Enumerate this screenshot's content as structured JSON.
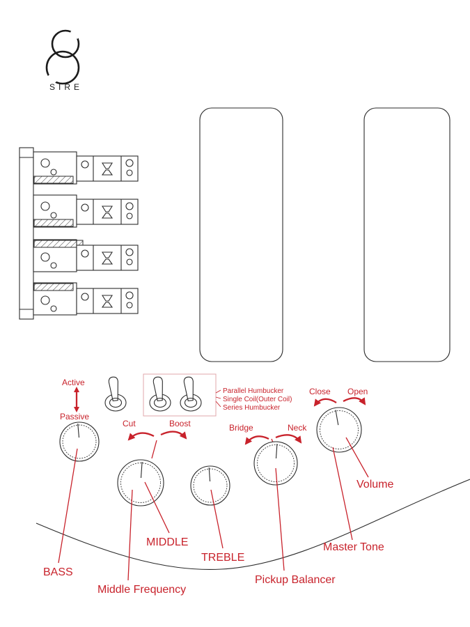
{
  "brand": {
    "logo_text": "SIRE"
  },
  "controls": {
    "preamp_toggle": {
      "up_label": "Active",
      "down_label": "Passive"
    },
    "coil_switches": {
      "options": [
        "Parallel Humbucker",
        "Single Coil(Outer Coil)",
        "Series Humbucker"
      ]
    },
    "middle_knob": {
      "left_label": "Cut",
      "right_label": "Boost",
      "name": "MIDDLE"
    },
    "balancer_knob": {
      "left_label": "Bridge",
      "right_label": "Neck",
      "name": "Pickup Balancer"
    },
    "volume_knob": {
      "left_label": "Close",
      "right_label": "Open",
      "name": "Volume"
    },
    "bass_knob": {
      "name": "BASS"
    },
    "treble_knob": {
      "name": "TREBLE"
    },
    "middle_frequency_knob": {
      "name": "Middle Frequency"
    },
    "master_tone_knob": {
      "name": "Master Tone"
    }
  },
  "colors": {
    "accent_red": "#c8222b",
    "line_black": "#2a2a2a"
  }
}
